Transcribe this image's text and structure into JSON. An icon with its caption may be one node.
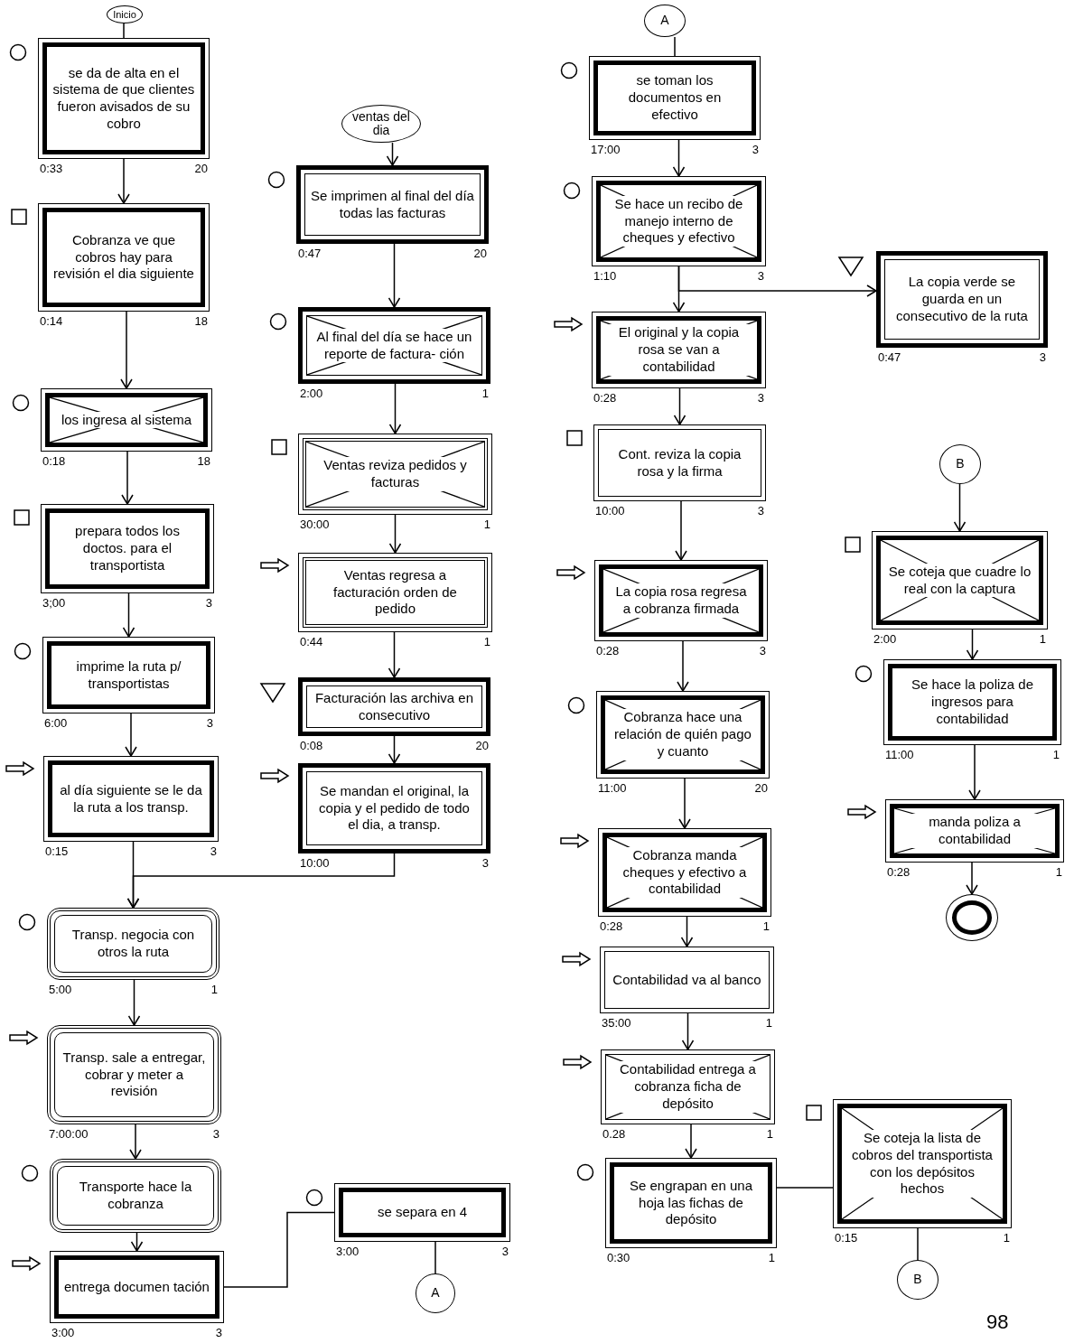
{
  "diagram": {
    "nodes": [
      {
        "text": [
          "Inicio"
        ]
      },
      {
        "text": [
          "se da de alta en el sistema de que clientes fueron avisados de su cobro"
        ],
        "beside": [
          "0:33",
          "20"
        ]
      },
      {
        "text": [
          "Cobranza ve que cobros hay para revisión el dia siguiente"
        ],
        "beside": [
          "0:14",
          "18"
        ]
      },
      {
        "text": [
          "los ingresa al sistema"
        ],
        "beside": [
          "0:18",
          "18"
        ]
      },
      {
        "text": [
          "prepara todos los doctos. para el transportista"
        ],
        "beside": [
          "3;00",
          "3"
        ]
      },
      {
        "text": [
          "imprime la ruta p/ transportistas"
        ],
        "beside": [
          "6:00",
          "3"
        ]
      },
      {
        "text": [
          "al día siguiente se le da la ruta a los transp."
        ],
        "beside": [
          "0:15",
          "3"
        ]
      },
      {
        "text": [
          "Transp. negocia con otros la ruta"
        ],
        "beside": [
          "5:00",
          "1"
        ]
      },
      {
        "text": [
          "Transp. sale a entregar, cobrar y meter a revisión"
        ],
        "beside": [
          "7:00:00",
          "3"
        ]
      },
      {
        "text": [
          "Transporte hace la cobranza"
        ]
      },
      {
        "text": [
          "entrega documen tación"
        ],
        "beside": [
          "3:00",
          "3"
        ]
      },
      {
        "text": [
          "se separa en 4"
        ],
        "beside": [
          "3:00",
          "3"
        ]
      },
      {
        "text": [
          "A"
        ]
      },
      {
        "text": [
          "ventas del dia"
        ]
      },
      {
        "text": [
          "Se imprimen al final del día todas las facturas"
        ],
        "beside": [
          "0:47",
          "20"
        ]
      },
      {
        "text": [
          "Al final del día se hace un reporte de factura- ción"
        ],
        "beside": [
          "2:00",
          "1"
        ]
      },
      {
        "text": [
          "Ventas reviza pedidos y facturas"
        ],
        "beside": [
          "30:00",
          "1"
        ]
      },
      {
        "text": [
          "Ventas regresa a facturación orden de pedido"
        ],
        "beside": [
          "0:44",
          "1"
        ]
      },
      {
        "text": [
          "Facturación las archiva en consecutivo"
        ],
        "beside": [
          "0:08",
          "20"
        ]
      },
      {
        "text": [
          "Se mandan el original, la copia y el pedido de todo el dia, a transp."
        ],
        "beside": [
          "10:00",
          "3"
        ]
      },
      {
        "text": [
          "A"
        ]
      },
      {
        "text": [
          "se toman los documentos en efectivo"
        ],
        "beside": [
          "17:00",
          "3"
        ]
      },
      {
        "text": [
          "Se hace un recibo de manejo interno de cheques y efectivo"
        ],
        "beside": [
          "1:10",
          "3"
        ]
      },
      {
        "text": [
          "La copia verde se guarda en un consecutivo de la ruta"
        ],
        "beside": [
          "0:47",
          "3"
        ]
      },
      {
        "text": [
          "El original y la copia rosa se van a contabilidad"
        ],
        "beside": [
          "0:28",
          "3"
        ]
      },
      {
        "text": [
          "Cont. reviza la copia rosa y la firma"
        ],
        "beside": [
          "10:00",
          "3"
        ]
      },
      {
        "text": [
          "La copia rosa regresa a cobranza firmada"
        ],
        "beside": [
          "0:28",
          "3"
        ]
      },
      {
        "text": [
          "Cobranza hace una relación de quién pago y cuanto"
        ],
        "beside": [
          "11:00",
          "20"
        ]
      },
      {
        "text": [
          "Cobranza manda cheques y efectivo a contabilidad"
        ],
        "beside": [
          "0:28",
          "1"
        ]
      },
      {
        "text": [
          "Contabilidad va al banco"
        ],
        "beside": [
          "35:00",
          "1"
        ]
      },
      {
        "text": [
          "Contabilidad entrega a cobranza ficha de depósito"
        ],
        "beside": [
          "0.28",
          "1"
        ]
      },
      {
        "text": [
          "Se engrapan en una hoja las fichas de depósito"
        ],
        "beside": [
          "0:30",
          "1"
        ]
      },
      {
        "text": [
          "Se coteja la lista de cobros del transportista con los depósitos hechos"
        ],
        "beside": [
          "0:15",
          "1"
        ]
      },
      {
        "text": [
          "B"
        ]
      },
      {
        "text": [
          "B"
        ]
      },
      {
        "text": [
          "Se coteja que cuadre lo real con la captura"
        ],
        "beside": [
          "2:00",
          "1"
        ]
      },
      {
        "text": [
          "Se hace la poliza de ingresos para contabilidad"
        ],
        "beside": [
          "11:00",
          "1"
        ]
      },
      {
        "text": [
          "manda poliza a contabilidad"
        ],
        "beside": [
          "0:28",
          "1"
        ]
      },
      {
        "text": [],
        "shape": "circle"
      }
    ],
    "edges": [
      {
        "from": 0,
        "to": 1,
        "arrow": "none"
      },
      {
        "from": 1,
        "to": 2,
        "arrow": "to"
      },
      {
        "from": 2,
        "to": 3,
        "arrow": "to"
      },
      {
        "from": 3,
        "to": 4,
        "arrow": "to"
      },
      {
        "from": 4,
        "to": 5,
        "arrow": "to"
      },
      {
        "from": 5,
        "to": 6,
        "arrow": "to"
      },
      {
        "from": 6,
        "to": 7,
        "arrow": "to"
      },
      {
        "from": 19,
        "to": 7,
        "arrow": "to"
      },
      {
        "from": 7,
        "to": 8,
        "arrow": "to"
      },
      {
        "from": 8,
        "to": 9,
        "arrow": "to"
      },
      {
        "from": 9,
        "to": 10,
        "arrow": "to"
      },
      {
        "from": 10,
        "to": 11,
        "arrow": "none"
      },
      {
        "from": 11,
        "to": 12,
        "arrow": "none"
      },
      {
        "from": 13,
        "to": 14,
        "arrow": "to"
      },
      {
        "from": 14,
        "to": 15,
        "arrow": "to"
      },
      {
        "from": 15,
        "to": 16,
        "arrow": "to"
      },
      {
        "from": 16,
        "to": 17,
        "arrow": "to"
      },
      {
        "from": 17,
        "to": 18,
        "arrow": "to"
      },
      {
        "from": 18,
        "to": 19,
        "arrow": "to"
      },
      {
        "from": 20,
        "to": 21,
        "arrow": "none"
      },
      {
        "from": 21,
        "to": 22,
        "arrow": "to"
      },
      {
        "from": 22,
        "to": 24,
        "arrow": "to"
      },
      {
        "from": 22,
        "to": 23,
        "arrow": "to"
      },
      {
        "from": 24,
        "to": 25,
        "arrow": "to"
      },
      {
        "from": 25,
        "to": 26,
        "arrow": "to"
      },
      {
        "from": 26,
        "to": 27,
        "arrow": "to"
      },
      {
        "from": 27,
        "to": 28,
        "arrow": "to"
      },
      {
        "from": 28,
        "to": 29,
        "arrow": "to"
      },
      {
        "from": 29,
        "to": 30,
        "arrow": "to"
      },
      {
        "from": 30,
        "to": 31,
        "arrow": "to"
      },
      {
        "from": 31,
        "to": 32,
        "arrow": "none"
      },
      {
        "from": 32,
        "to": 33,
        "arrow": "none"
      },
      {
        "from": 34,
        "to": 35,
        "arrow": "to"
      },
      {
        "from": 35,
        "to": 36,
        "arrow": "to"
      },
      {
        "from": 36,
        "to": 37,
        "arrow": "to"
      },
      {
        "from": 37,
        "to": 38,
        "arrow": "to"
      }
    ],
    "labels": [
      "98"
    ]
  }
}
